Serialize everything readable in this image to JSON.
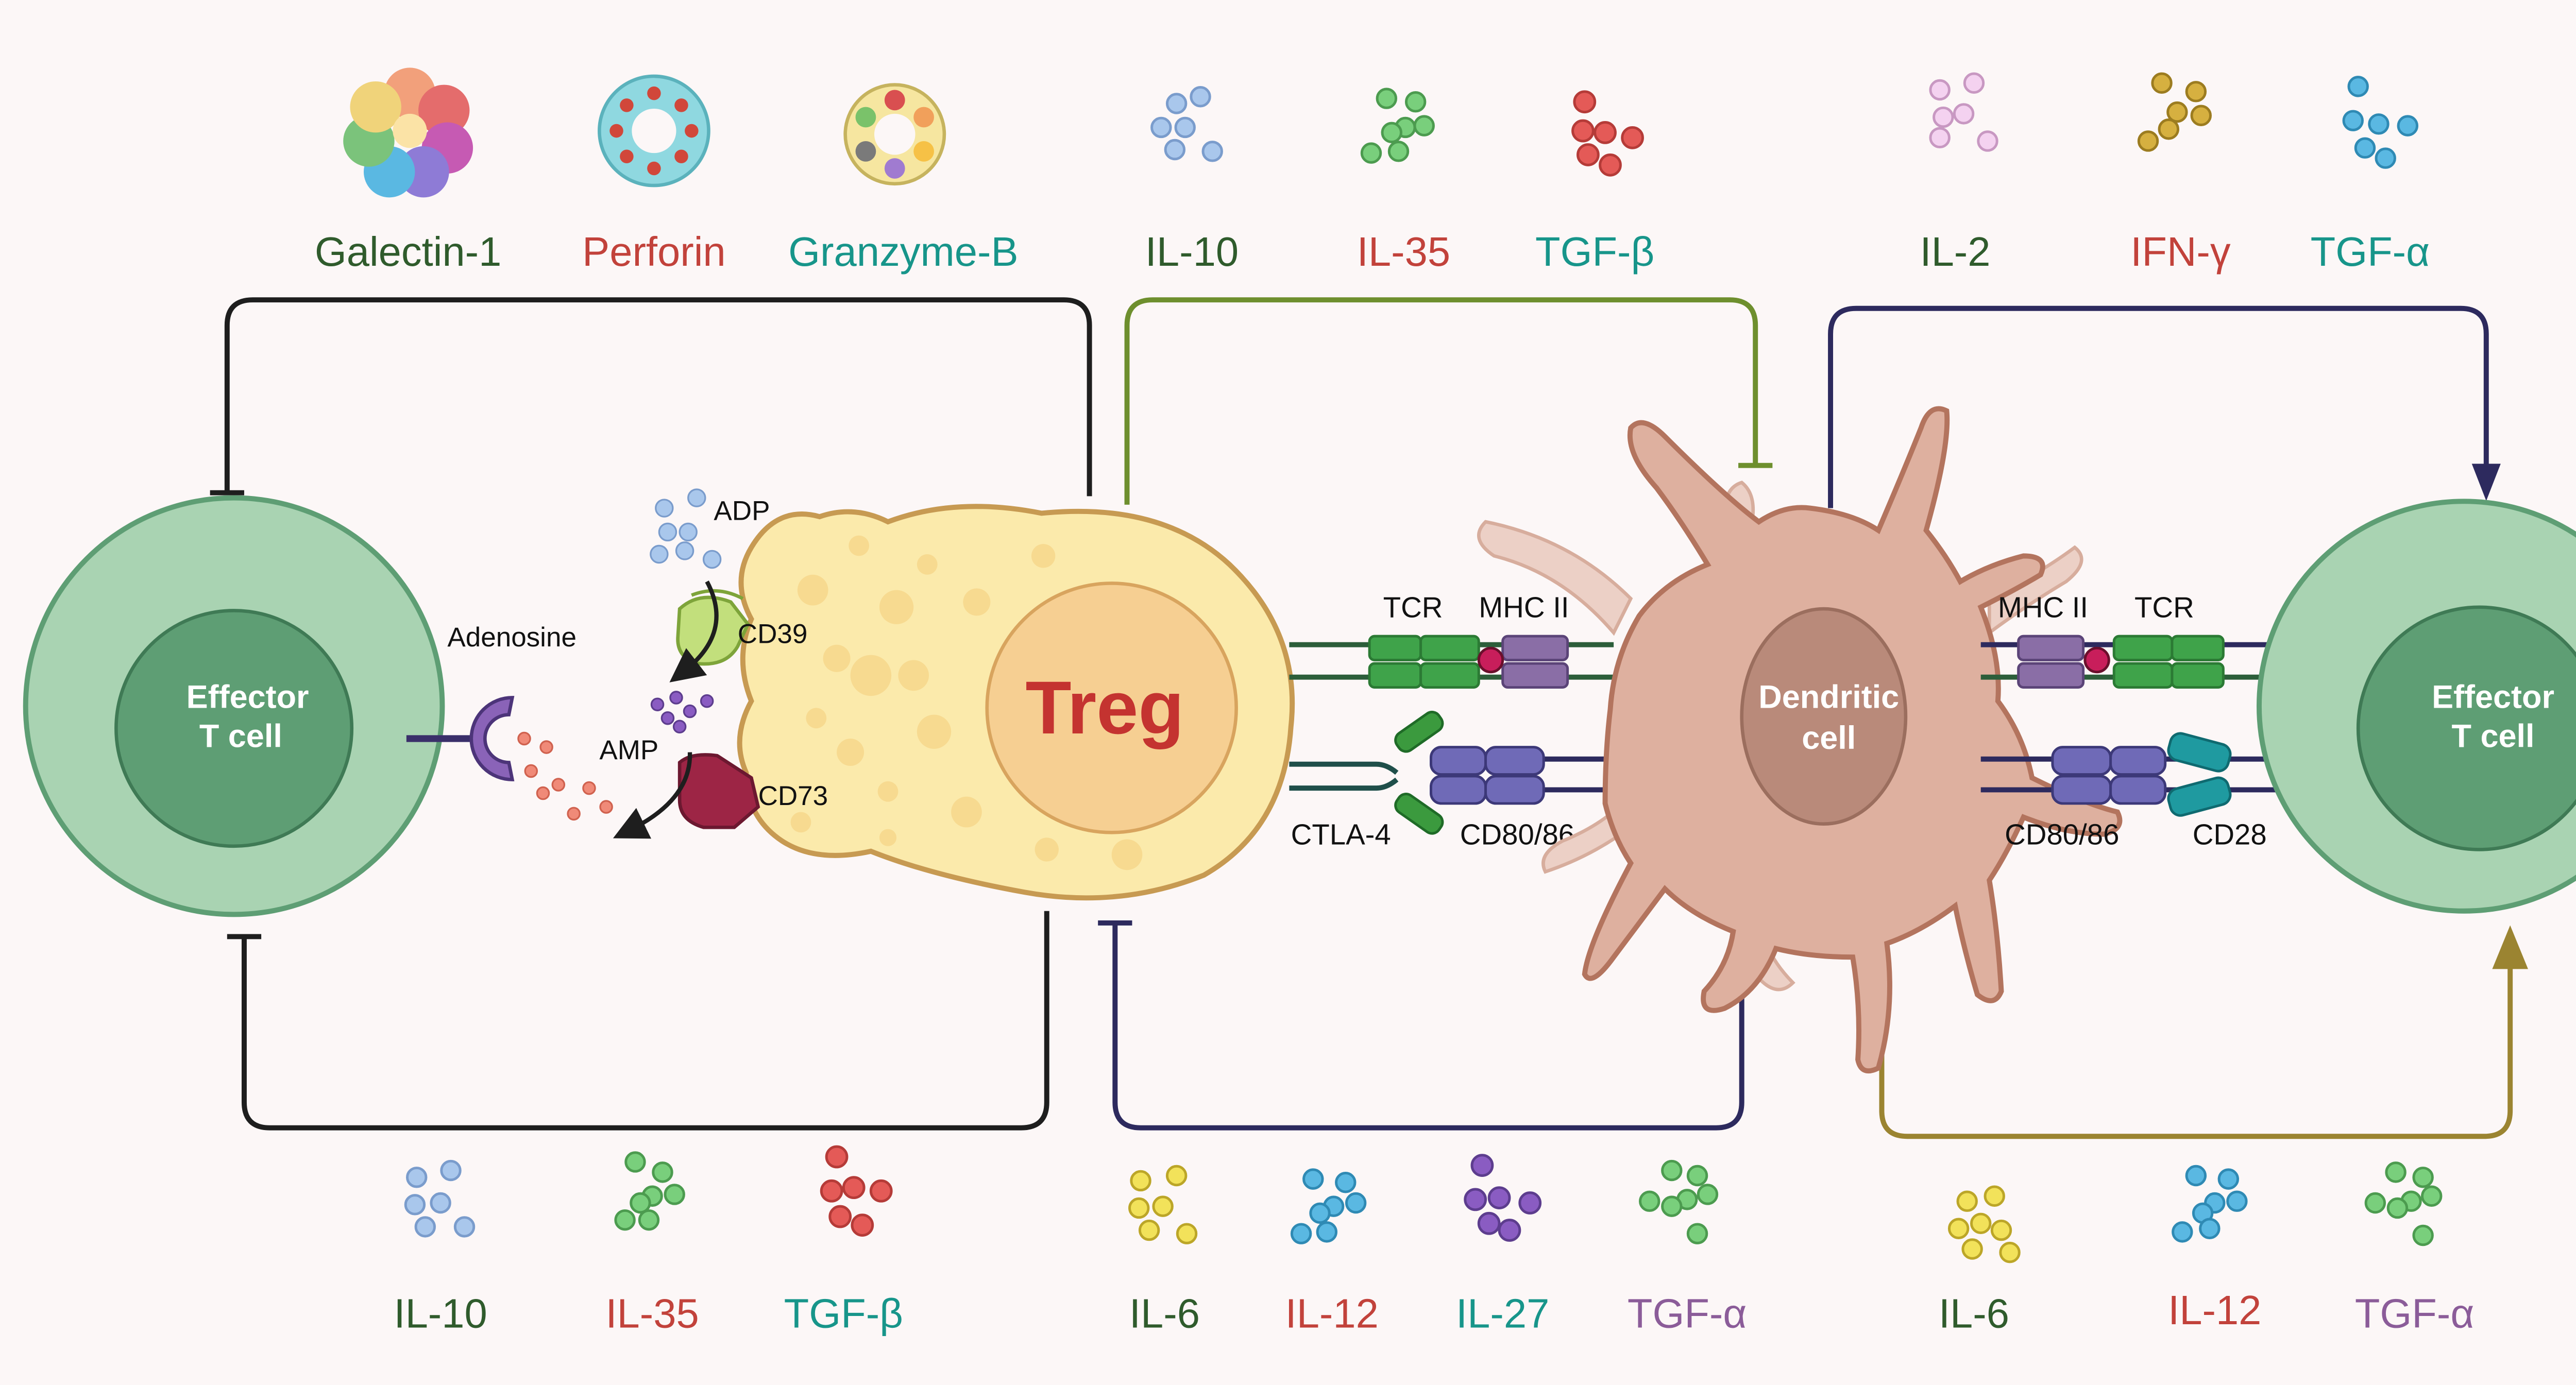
{
  "colors": {
    "background": "#fcf7f7",
    "dark_green_text": "#2f5b2c",
    "red_text": "#c2423b",
    "teal_text": "#17958a",
    "purple_text": "#8b5c99",
    "effector_outer": "#a9d3b2",
    "effector_inner": "#5e9e74",
    "treg_body": "#fbeaab",
    "treg_nucleus": "#f6cf92",
    "treg_label": "#c43330",
    "dendritic_body": "#deb09f",
    "dendritic_nucleus": "#b98a7a",
    "line_black": "#1e1e1e",
    "line_olive": "#6e8f2e",
    "line_navy": "#2d2a5e",
    "line_gold": "#9b8431"
  },
  "cells": {
    "effector_left": "Effector\nT cell",
    "effector_right": "Effector\nT cell",
    "treg": "Treg",
    "dendritic": "Dendritic\ncell"
  },
  "top_labels": {
    "galectin": "Galectin-1",
    "perforin": "Perforin",
    "granzyme": "Granzyme-B",
    "il10": "IL-10",
    "il35": "IL-35",
    "tgfb": "TGF-β",
    "il2": "IL-2",
    "ifng": "IFN-γ",
    "tgfa": "TGF-α"
  },
  "bottom_labels": {
    "il10": "IL-10",
    "il35": "IL-35",
    "tgfb": "TGF-β",
    "il6": "IL-6",
    "il12": "IL-12",
    "il27": "IL-27",
    "tgfa": "TGF-α",
    "il6b": "IL-6",
    "il12b": "IL-12",
    "tgfab": "TGF-α"
  },
  "molecule_labels": {
    "adp": "ADP",
    "cd39": "CD39",
    "adenosine": "Adenosine",
    "amp": "AMP",
    "cd73": "CD73",
    "tcr_left": "TCR",
    "mhc_left": "MHC II",
    "ctla4": "CTLA-4",
    "cd8086_left": "CD80/86",
    "mhc_right": "MHC II",
    "tcr_right": "TCR",
    "cd8086_right": "CD80/86",
    "cd28": "CD28"
  }
}
